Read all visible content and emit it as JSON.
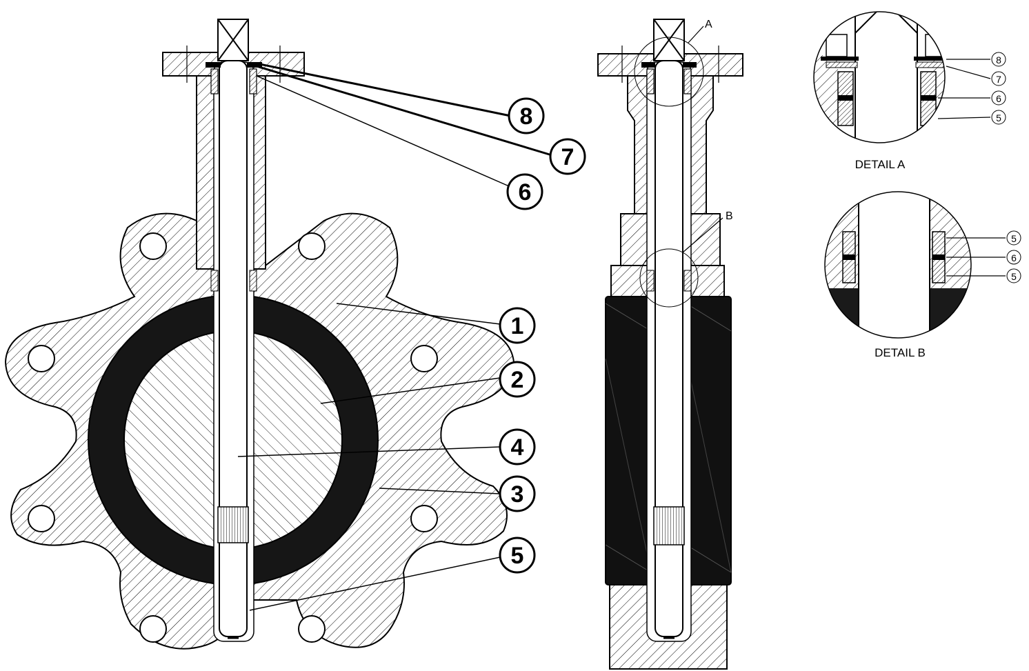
{
  "callouts": {
    "c1": "1",
    "c2": "2",
    "c3": "3",
    "c4": "4",
    "c5": "5",
    "c6": "6",
    "c7": "7",
    "c8": "8"
  },
  "detail_markers": {
    "a": "A",
    "b": "B"
  },
  "detail_a": {
    "caption": "DETAIL A",
    "labels": [
      "8",
      "7",
      "6",
      "5"
    ]
  },
  "detail_b": {
    "caption": "DETAIL B",
    "labels": [
      "5",
      "6",
      "5"
    ]
  },
  "colors": {
    "line": "#000000",
    "seat": "#111111",
    "background": "#ffffff"
  }
}
